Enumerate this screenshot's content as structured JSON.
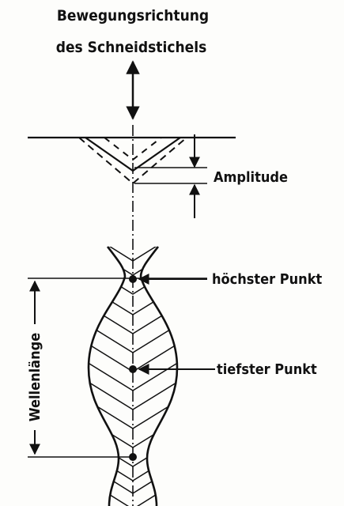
{
  "labels": {
    "title_line1": "Bewegungsrichtung",
    "title_line2": "des Schneidstichels",
    "amplitude": "Amplitude",
    "highest_point": "höchster Punkt",
    "lowest_point": "tiefster Punkt",
    "wavelength": "Wellenlänge"
  }
}
